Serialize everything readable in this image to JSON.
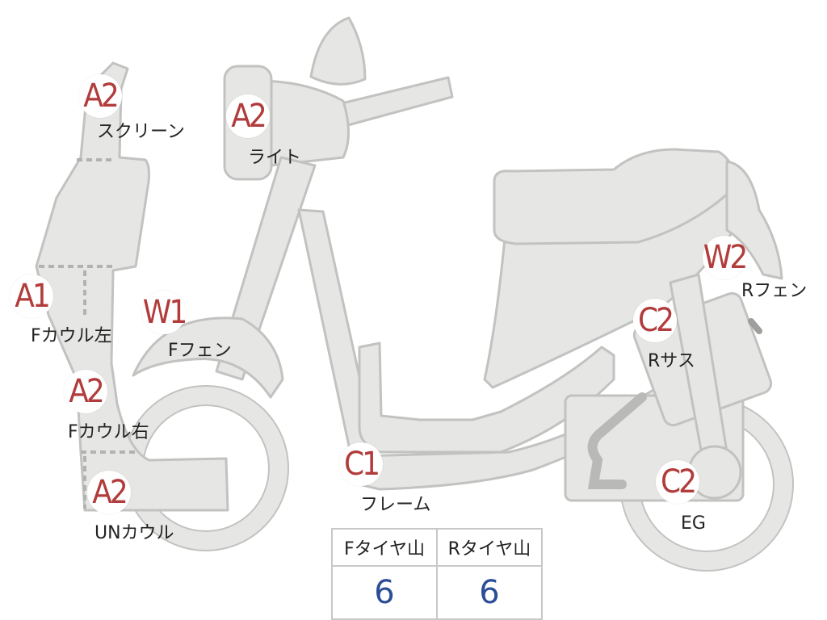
{
  "parts": [
    {
      "id": "screen",
      "grade": "A2",
      "label": "スクリーン"
    },
    {
      "id": "light",
      "grade": "A2",
      "label": "ライト"
    },
    {
      "id": "f_cowl_left",
      "grade": "A1",
      "label": "Fカウル左"
    },
    {
      "id": "f_fender",
      "grade": "W1",
      "label": "Fフェン"
    },
    {
      "id": "f_cowl_right",
      "grade": "A2",
      "label": "Fカウル右"
    },
    {
      "id": "un_cowl",
      "grade": "A2",
      "label": "UNカウル"
    },
    {
      "id": "frame",
      "grade": "C1",
      "label": "フレーム"
    },
    {
      "id": "r_fender",
      "grade": "W2",
      "label": "Rフェン"
    },
    {
      "id": "r_sus",
      "grade": "C2",
      "label": "Rサス"
    },
    {
      "id": "engine",
      "grade": "C2",
      "label": "EG"
    }
  ],
  "tread": {
    "headers": [
      "Fタイヤ山",
      "Rタイヤ山"
    ],
    "values": [
      "6",
      "6"
    ]
  },
  "colors": {
    "grade": "#b23b3b",
    "value": "#2b4e96",
    "body": "#e6e6e4",
    "outline": "#c2c2c0"
  }
}
